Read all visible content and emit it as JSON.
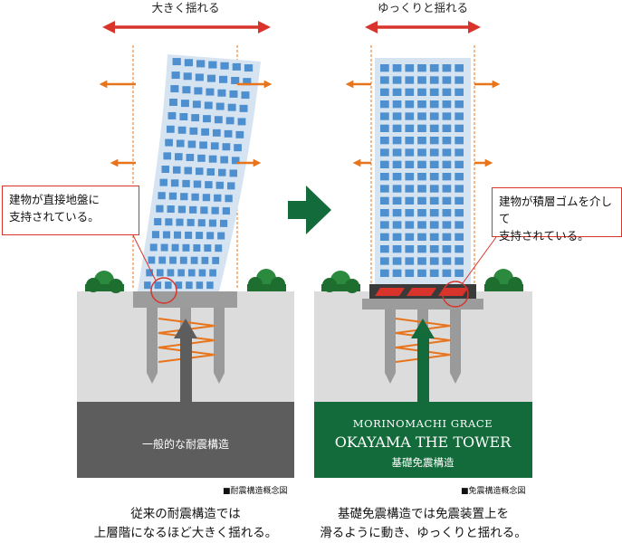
{
  "left": {
    "top_label": "大きく揺れる",
    "callout": [
      "建物が直接地盤に",
      "支持されている。"
    ],
    "ground_label": "一般的な耐震構造",
    "note": "■耐震構造概念図",
    "caption": [
      "従来の耐震構造では",
      "上層階になるほど大きく揺れる。"
    ]
  },
  "right": {
    "top_label": "ゆっくりと揺れる",
    "callout": [
      "建物が積層ゴムを介して",
      "支持されている。"
    ],
    "brand_line1": "MORINOMACHI GRACE",
    "brand_line2": "OKAYAMA THE TOWER",
    "ground_label": "基礎免震構造",
    "note": "■免震構造概念図",
    "caption": [
      "基礎免震構造では免震装置上を",
      "滑るように動き、ゆっくりと揺れる。"
    ]
  },
  "colors": {
    "red": "#d9342b",
    "orange": "#e8741c",
    "green": "#136b3b",
    "dark_gray": "#5d5d5d",
    "soil": "#dcdcdc",
    "window": "#4d8fcf",
    "facade": "#d6e4f1"
  }
}
